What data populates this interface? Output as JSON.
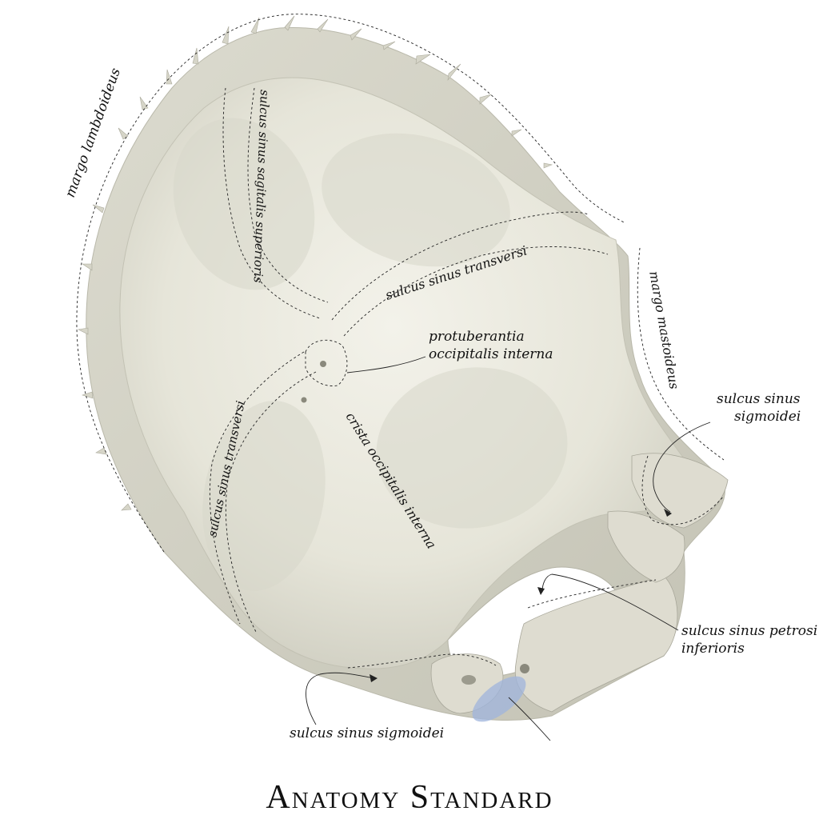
{
  "labels": {
    "margo_lambdoideus": "margo lambdoideus",
    "sulcus_sagittalis": "sulcus sinus sagitalis superioris",
    "sulcus_transversi_right": "sulcus sinus transversi",
    "sulcus_transversi_left": "sulcus sinus transversi",
    "protuberantia_line1": "protuberantia",
    "protuberantia_line2": "occipitalis interna",
    "crista": "crista occipitalis interna",
    "margo_mastoideus": "margo mastoideus",
    "sigmoidei_right_line1": "sulcus sinus",
    "sigmoidei_right_line2": "sigmoidei",
    "petrosi_line1": "sulcus sinus petrosi",
    "petrosi_line2": "inferioris",
    "sigmoidei_bottom": "sulcus sinus sigmoidei"
  },
  "brand": {
    "name": "Anatomy Standard"
  },
  "colors": {
    "bone": "#e9e8dd",
    "bone_shadow": "#c9c8bb",
    "bone_highlight": "#f4f3ec",
    "highlight_blue": "#9fb4dc",
    "ink": "#111111"
  }
}
